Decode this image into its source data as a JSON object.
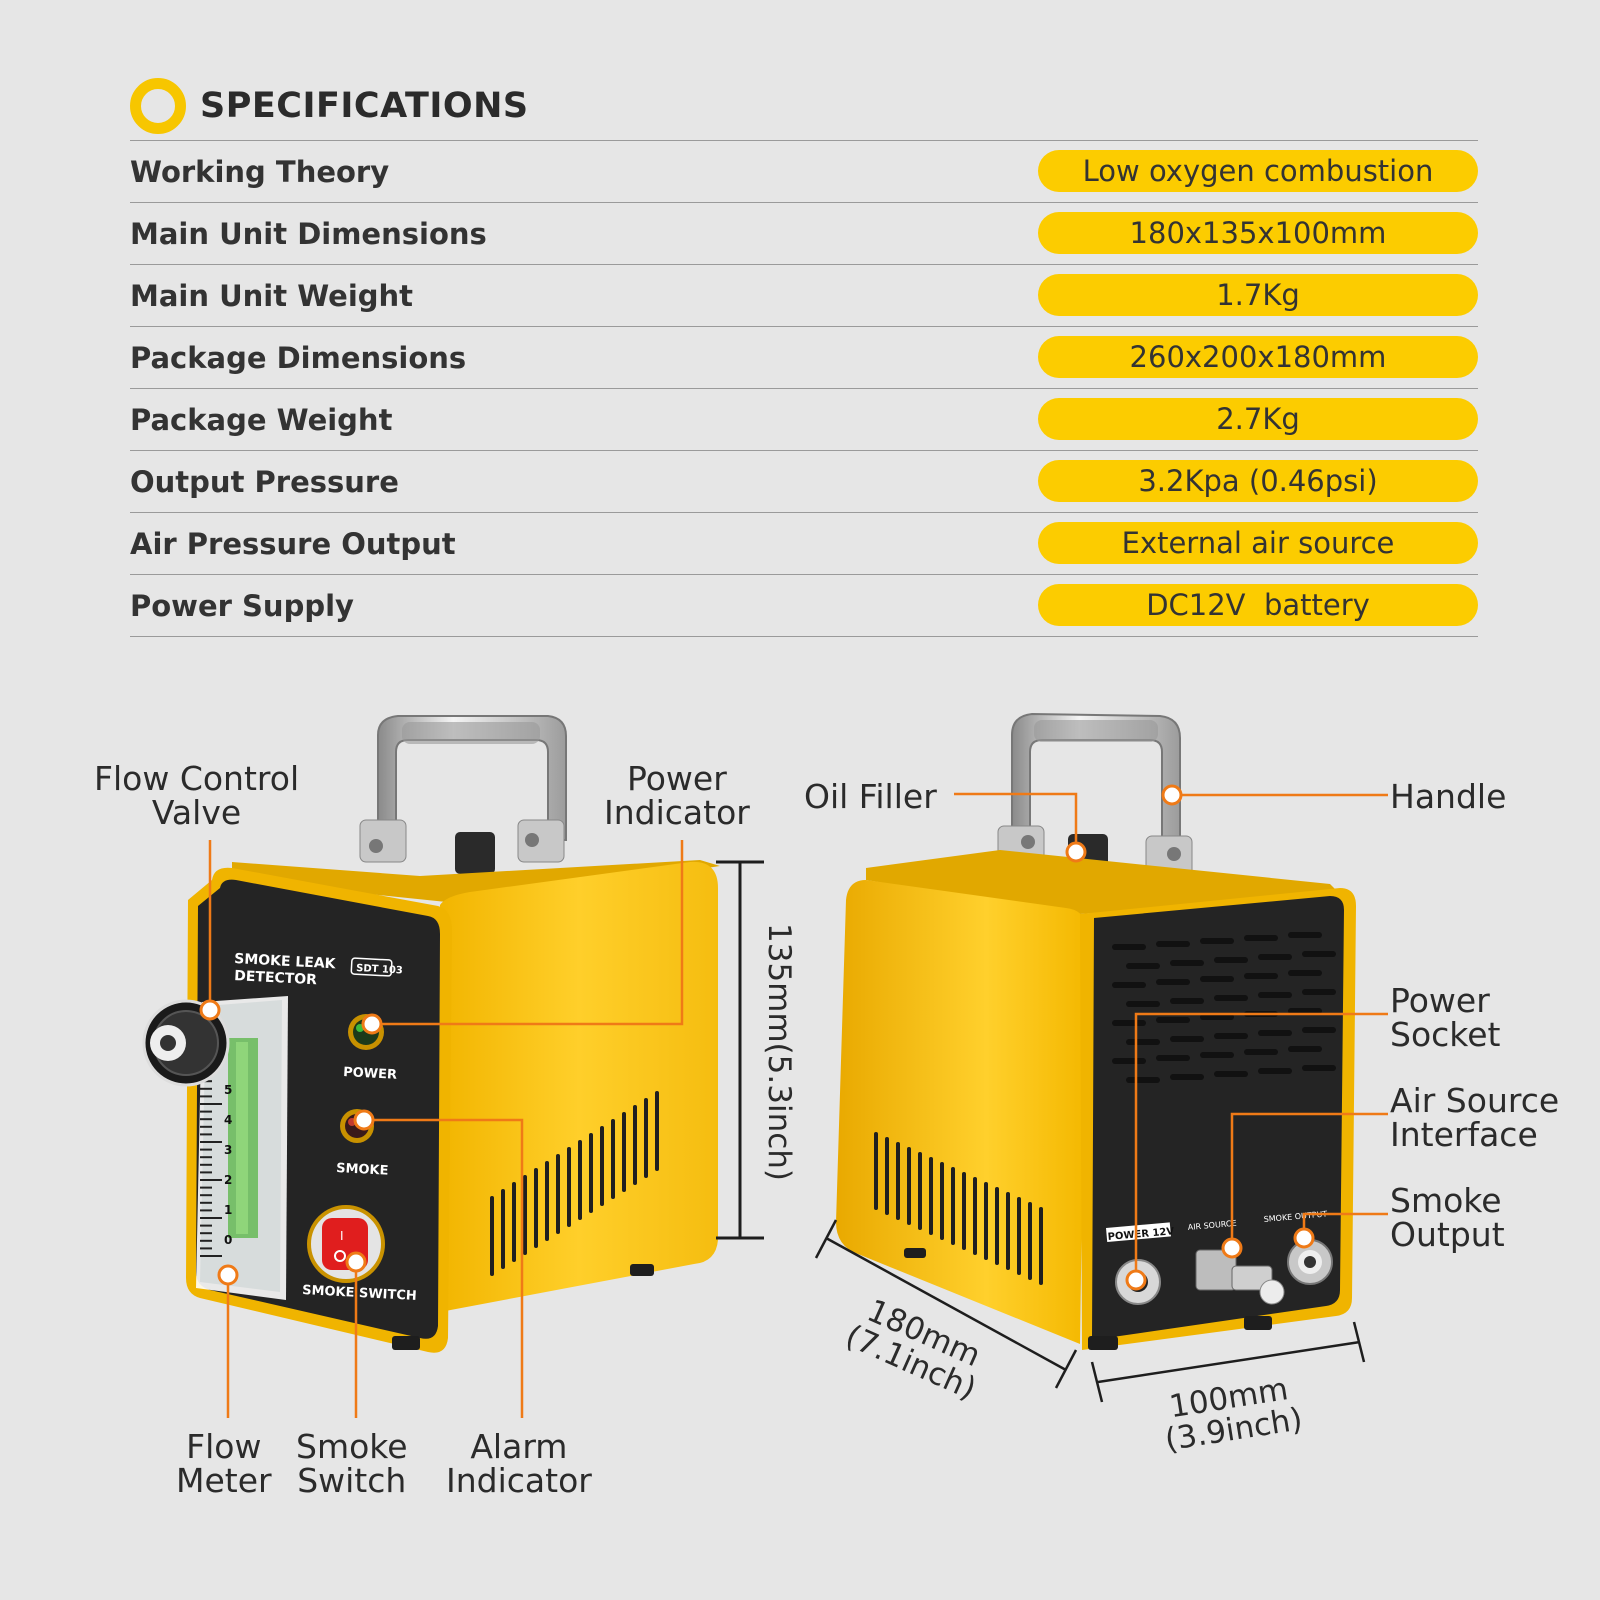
{
  "header": {
    "title": "SPECIFICATIONS",
    "accent_color": "#fccc00"
  },
  "specs": [
    {
      "label": "Working Theory",
      "value": "Low oxygen combustion"
    },
    {
      "label": "Main Unit Dimensions",
      "value": "180x135x100mm"
    },
    {
      "label": "Main Unit Weight",
      "value": "1.7Kg"
    },
    {
      "label": "Package Dimensions",
      "value": "260x200x180mm"
    },
    {
      "label": "Package Weight",
      "value": "2.7Kg"
    },
    {
      "label": "Output Pressure",
      "value": "3.2Kpa (0.46psi)"
    },
    {
      "label": "Air Pressure Output",
      "value": "External air source"
    },
    {
      "label": "Power Supply",
      "value": "DC12V  battery"
    }
  ],
  "front_unit": {
    "brand_line1": "SMOKE LEAK",
    "brand_line2": "DETECTOR",
    "model": "SDT 103",
    "power_label": "POWER",
    "smoke_label": "SMOKE",
    "switch_label": "SMOKE SWITCH",
    "scale": [
      "5",
      "4",
      "3",
      "2",
      "1",
      "0"
    ],
    "callouts": {
      "flow_control_valve": "Flow Control\nValve",
      "power_indicator": "Power\nIndicator",
      "flow_meter": "Flow\nMeter",
      "smoke_switch": "Smoke\nSwitch",
      "alarm_indicator": "Alarm\nIndicator"
    },
    "height_dimension": "135mm(5.3inch)"
  },
  "back_unit": {
    "port_power": "POWER 12V",
    "port_air": "AIR SOURCE",
    "port_smoke": "SMOKE OUTPUT",
    "callouts": {
      "oil_filler": "Oil Filler",
      "handle": "Handle",
      "power_socket": "Power\nSocket",
      "air_source_interface": "Air Source\nInterface",
      "smoke_output": "Smoke\nOutput"
    },
    "length_dimension": "180mm\n(7.1inch)",
    "width_dimension": "100mm\n(3.9inch)"
  }
}
